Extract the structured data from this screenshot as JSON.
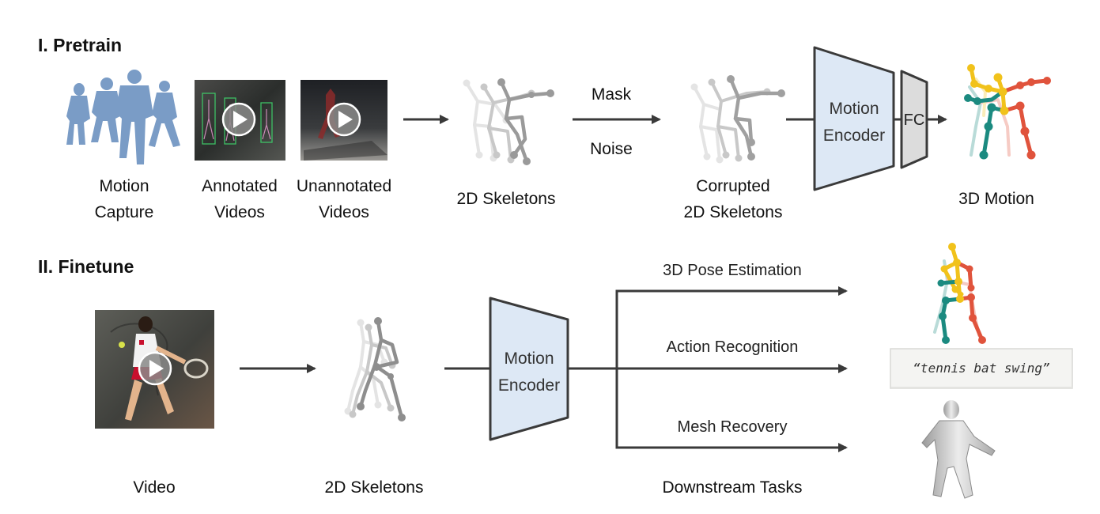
{
  "pretrain": {
    "title": "I. Pretrain",
    "sources": [
      {
        "line1": "Motion",
        "line2": "Capture"
      },
      {
        "line1": "Annotated",
        "line2": "Videos"
      },
      {
        "line1": "Unannotated",
        "line2": "Videos"
      }
    ],
    "skeletons_label": "2D Skeletons",
    "mask_label": "Mask",
    "noise_label": "Noise",
    "corrupted_line1": "Corrupted",
    "corrupted_line2": "2D Skeletons",
    "encoder_line1": "Motion",
    "encoder_line2": "Encoder",
    "fc_label": "FC",
    "output_label": "3D Motion"
  },
  "finetune": {
    "title": "II. Finetune",
    "video_label": "Video",
    "skeletons_label": "2D Skeletons",
    "encoder_line1": "Motion",
    "encoder_line2": "Encoder",
    "tasks": [
      {
        "label": "3D Pose Estimation"
      },
      {
        "label": "Action Recognition"
      },
      {
        "label": "Mesh Recovery"
      }
    ],
    "downstream_label": "Downstream Tasks",
    "action_output": "“tennis bat swing”"
  },
  "colors": {
    "encoder_fill": "#dde8f5",
    "fc_fill": "#dcdcdc",
    "skeleton_teal": "#1b8a80",
    "skeleton_red": "#e0533c",
    "skeleton_yellow": "#f1c21b",
    "mocap_blue": "#7a9cc6"
  },
  "icons": {
    "play": "play-icon",
    "arrow": "arrow-right-icon"
  }
}
